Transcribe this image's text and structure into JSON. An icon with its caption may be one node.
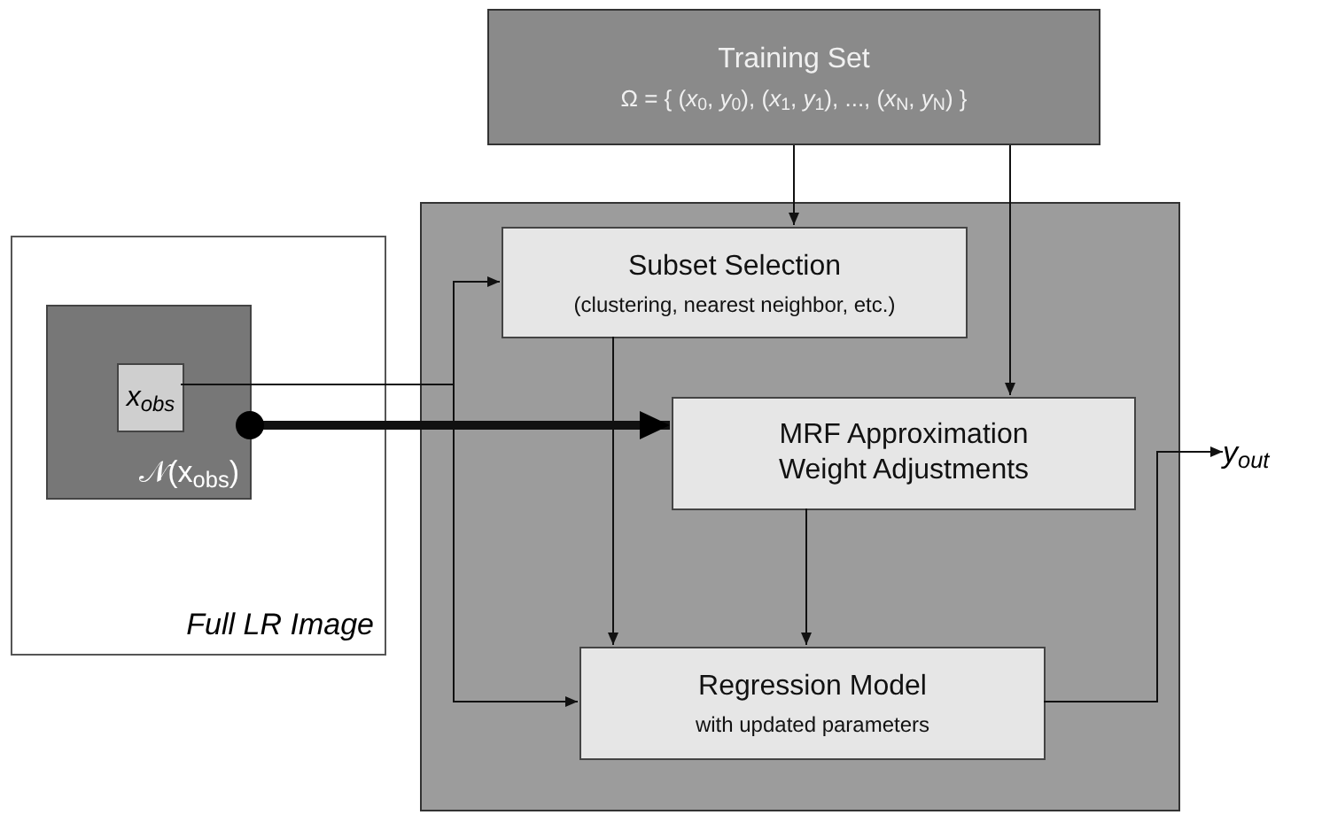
{
  "diagram": {
    "nodes": [
      {
        "text": [
          "Training Set",
          "Ω = { (*x*$_{0}$, *y*$_{0}$), (*x*$_{1}$, *y*$_{1}$), ..., (*x*$_{N}$, *y*$_{N}$) }"
        ]
      },
      {
        "text": [
          "Full LR Image"
        ]
      },
      {
        "text": [
          "𝒩(x$_{obs}$)"
        ],
        "in": 1
      },
      {
        "text": [
          "x$_{obs}$"
        ],
        "in": 2
      },
      {
        "text": [],
        "shape": "box"
      },
      {
        "text": [
          "Subset Selection",
          "(clustering, nearest neighbor, etc.)"
        ],
        "in": 4
      },
      {
        "text": [
          "MRF Approximation Weight Adjustments"
        ],
        "in": 4
      },
      {
        "text": [
          "Regression Model",
          "with updated parameters"
        ],
        "in": 4
      },
      {
        "text": [
          "y$_{out}$"
        ]
      }
    ],
    "edges": [
      {
        "from": 0,
        "to": 5,
        "arrow": "to"
      },
      {
        "from": 0,
        "to": 6,
        "arrow": "to"
      },
      {
        "from": 3,
        "to": 5,
        "arrow": "to"
      },
      {
        "from": 3,
        "to": 7,
        "arrow": "to"
      },
      {
        "from": 2,
        "to": 6,
        "arrow": "to",
        "style": "thick"
      },
      {
        "from": 5,
        "to": 7,
        "arrow": "to"
      },
      {
        "from": 6,
        "to": 7,
        "arrow": "to"
      },
      {
        "from": 7,
        "to": 8,
        "arrow": "to"
      }
    ]
  }
}
